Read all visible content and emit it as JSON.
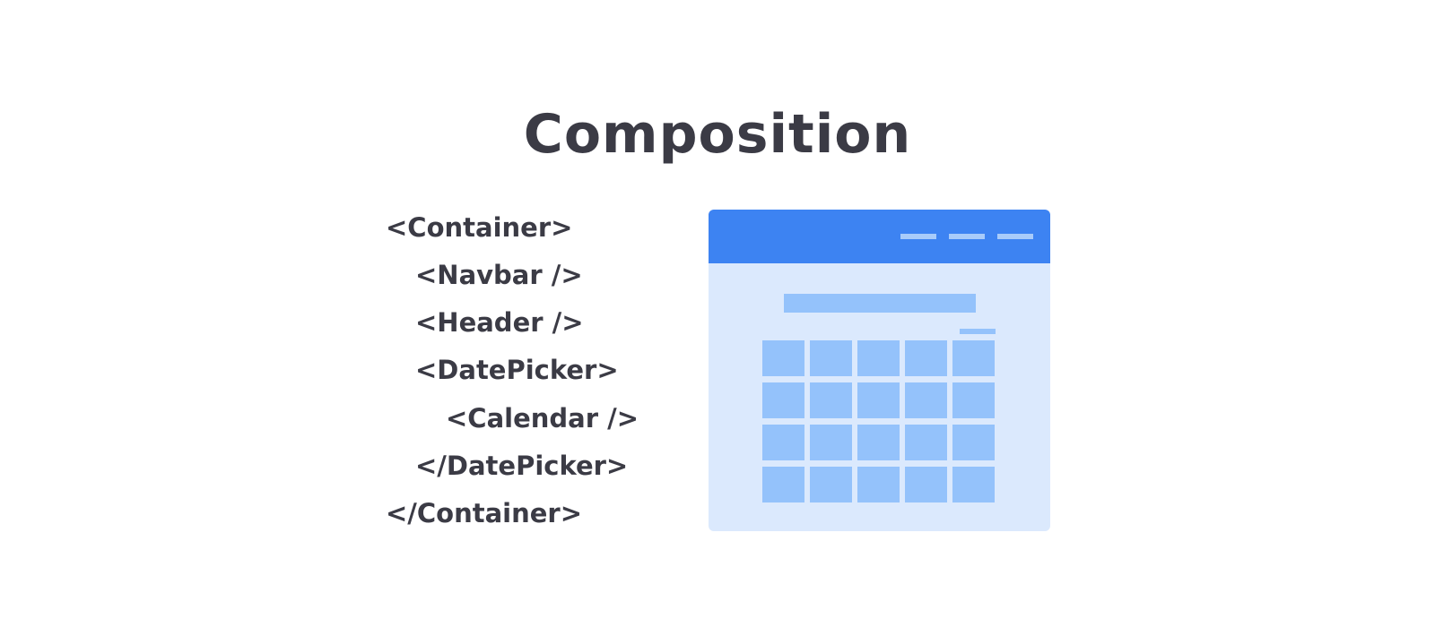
{
  "title": "Composition",
  "code_lines": [
    "<Container>",
    "<Navbar />",
    "<Header />",
    "<DatePicker>",
    "<Calendar />",
    "</DatePicker>",
    "</Container>"
  ],
  "mockup": {
    "colors": {
      "navbar": "#3d83f2",
      "navbar_dash": "#a8cbfa",
      "background": "#dbe9fd",
      "block": "#94c2fb"
    },
    "navbar_dash_count": 3,
    "calendar_rows": 4,
    "calendar_columns": 5
  },
  "colors": {
    "text": "#3b3b45",
    "page_background": "#ffffff"
  }
}
